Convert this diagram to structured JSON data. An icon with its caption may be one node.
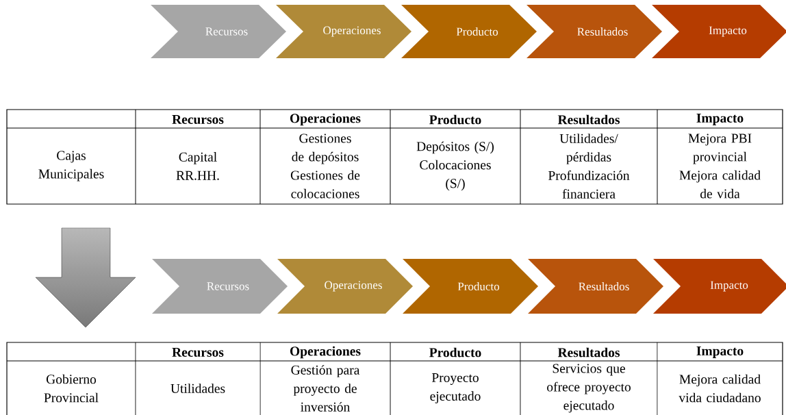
{
  "diagram": {
    "nodes": [
      {
        "text": [
          "Recursos"
        ]
      },
      {
        "text": [
          "Operaciones"
        ]
      },
      {
        "text": [
          "Producto"
        ]
      },
      {
        "text": [
          "Resultados"
        ]
      },
      {
        "text": [
          "Impacto"
        ]
      },
      {
        "text": [
          "Recursos"
        ]
      },
      {
        "text": [
          "Operaciones"
        ]
      },
      {
        "text": [
          "Producto"
        ]
      },
      {
        "text": [
          "Resultados"
        ]
      },
      {
        "text": [
          "Impacto"
        ]
      }
    ],
    "labels": [
      "Recursos",
      "Operaciones",
      "Producto",
      "Resultados",
      "Impacto",
      "Cajas Municipales",
      "Capital",
      "RR.HH.",
      "Gestiones de depósitos",
      "Gestiones de colocaciones",
      "Depósitos (S/)",
      "Colocaciones (S/)",
      "Utilidades/ pérdidas",
      "Profundización financiera",
      "Mejora PBI provincial",
      "Mejora calidad de vida",
      "Recursos",
      "Operaciones",
      "Producto",
      "Resultados",
      "Impacto",
      "Gobierno Provincial",
      "Utilidades",
      "Gestión para proyecto de inversión",
      "Proyecto ejecutado",
      "Servicios que ofrece proyecto ejecutado",
      "Mejora calidad vida ciudadano"
    ]
  }
}
